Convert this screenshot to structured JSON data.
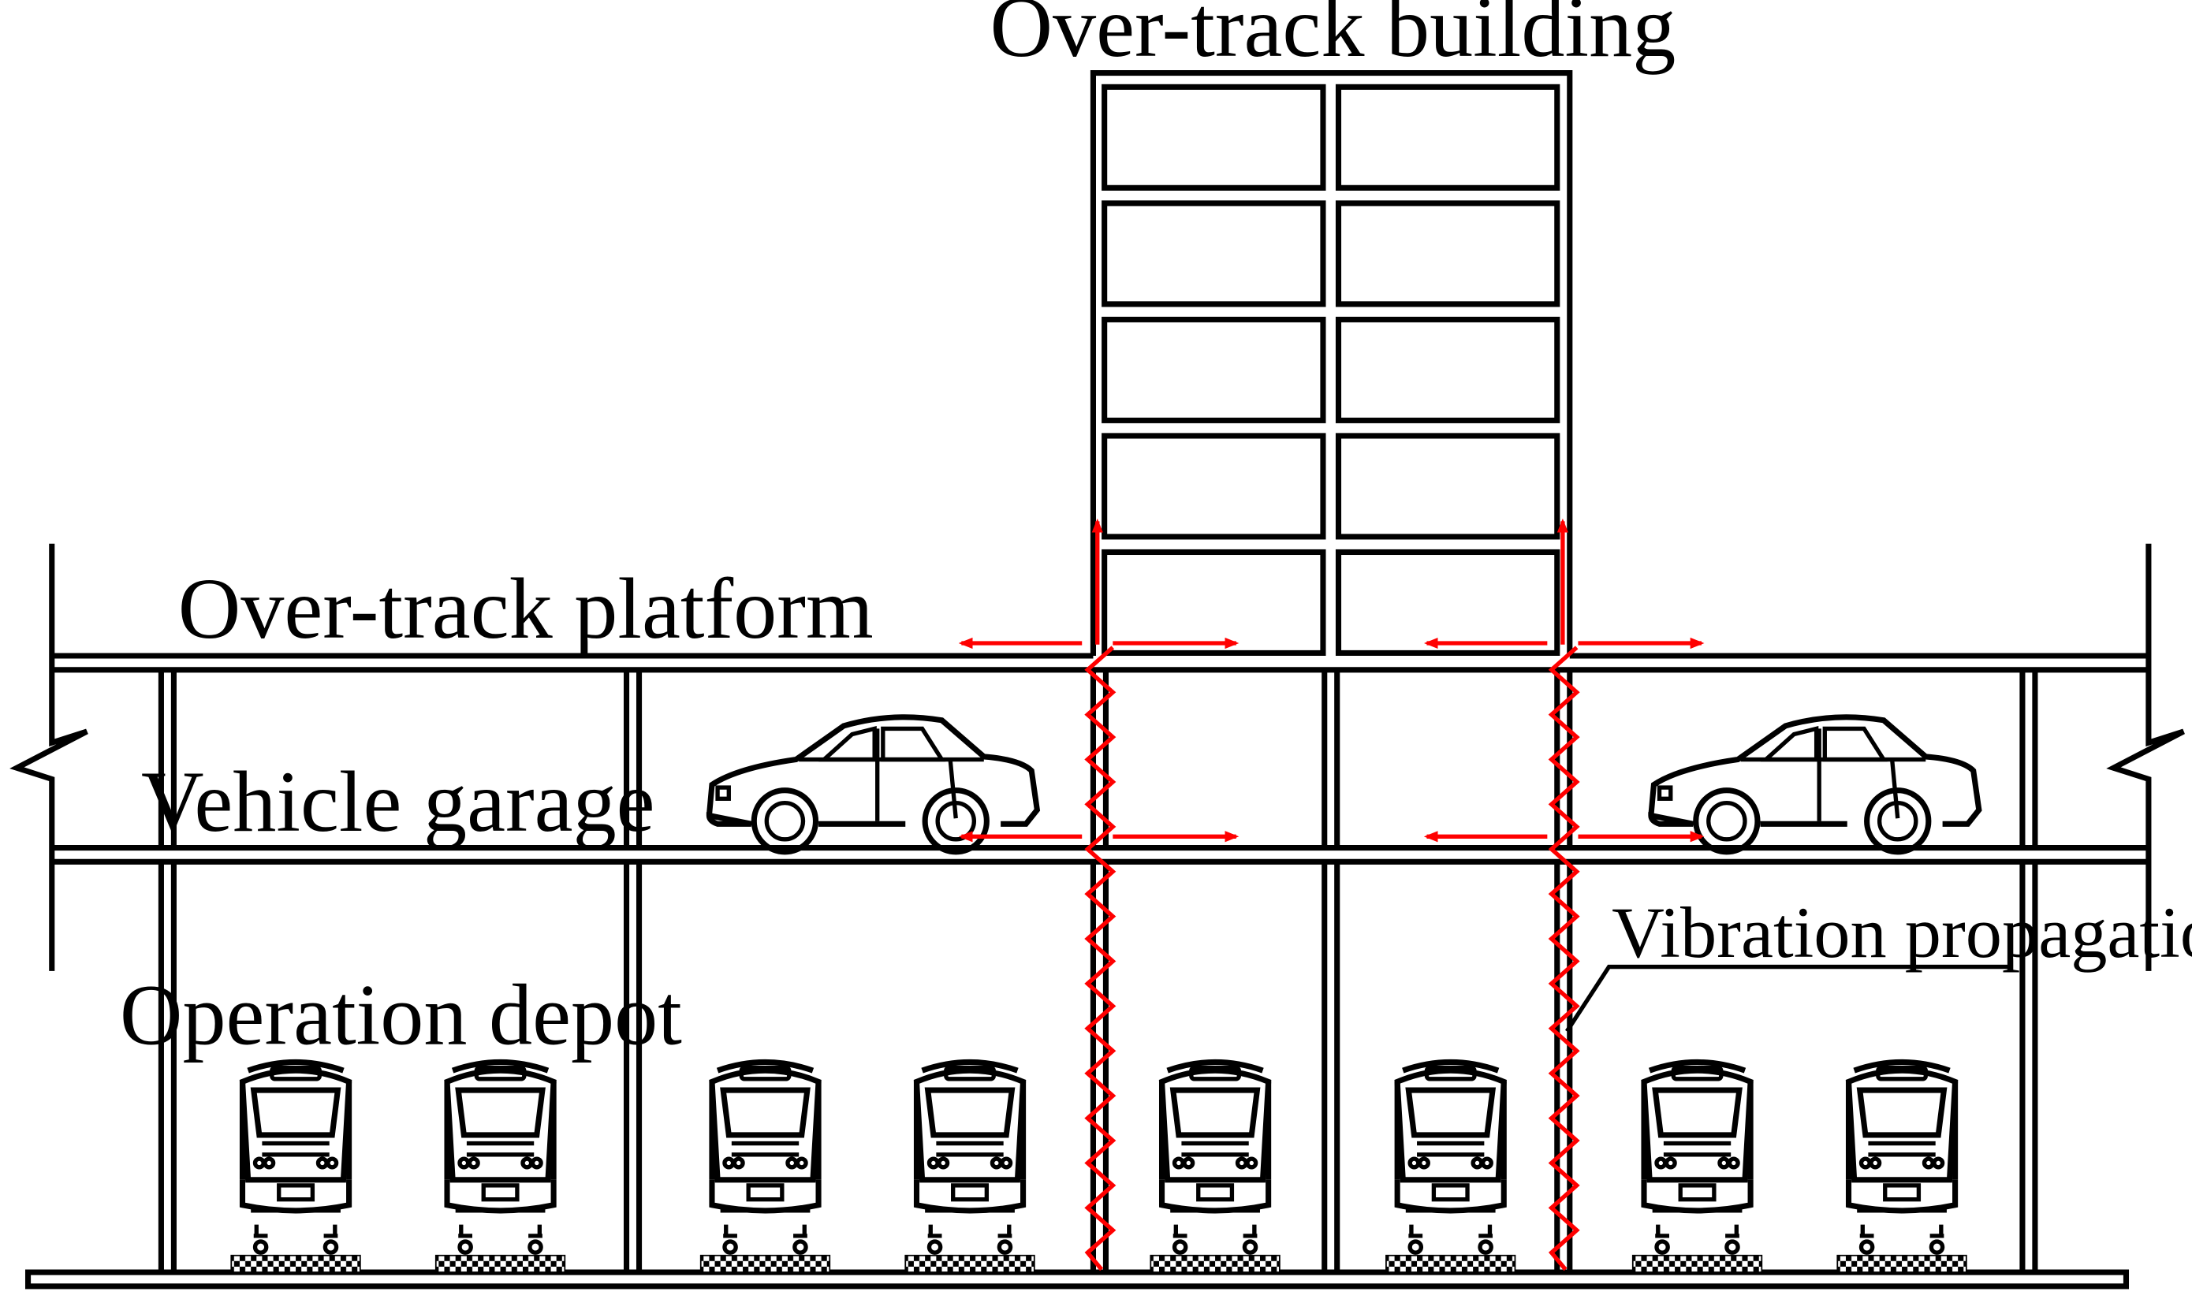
{
  "labels": {
    "building": "Over-track building",
    "platform": "Over-track platform",
    "garage": "Vehicle garage",
    "depot": "Operation depot",
    "vibration": "Vibration propagation"
  },
  "colors": {
    "structure": "#000000",
    "vibration": "#ff0000",
    "background": "#ffffff"
  },
  "counts": {
    "building_floors": 5,
    "cars": 2,
    "trains": 8
  }
}
